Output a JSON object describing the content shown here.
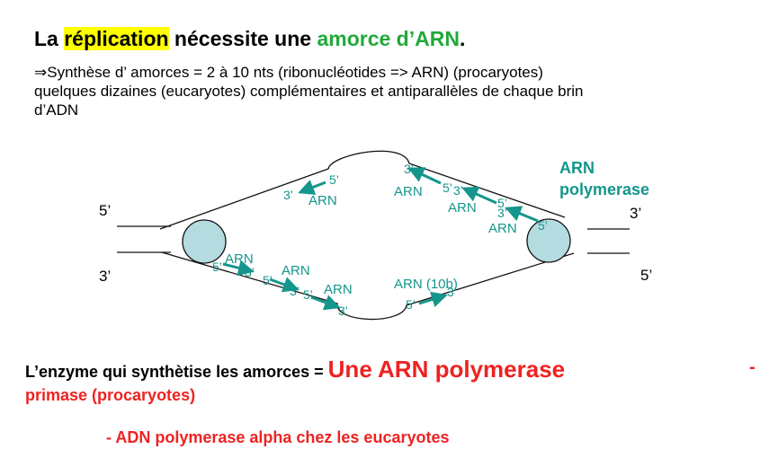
{
  "title": {
    "part1": "La ",
    "highlight": "réplication",
    "part2": " nécessite une ",
    "green": "amorce d’ARN",
    "end": "."
  },
  "paragraph": {
    "line1": "⇒Synthèse d’ amorces = 2 à 10 nts (ribonucléotides => ARN) (procaryotes)",
    "line2": "quelques dizaines (eucaryotes) complémentaires et antiparallèles de chaque brin",
    "line3": "d’ADN"
  },
  "diagram": {
    "ends": {
      "top_left": "5’",
      "bottom_left": "3’",
      "top_right": "3’",
      "bottom_right": "5’"
    },
    "polymerase_label_1": "ARN",
    "polymerase_label_2": "polymerase",
    "primers": {
      "top_left": {
        "five": "5’",
        "three": "3’",
        "name": "ARN"
      },
      "top_right_1": {
        "five": "5’",
        "three": "3’",
        "name": "ARN"
      },
      "top_right_2": {
        "five": "5’",
        "three": "3’",
        "name": "ARN"
      },
      "top_right_3": {
        "five": "5’",
        "three": "3’",
        "name": "ARN"
      },
      "bottom_left_1": {
        "five": "5’",
        "three": "3’",
        "name": "ARN"
      },
      "bottom_left_2": {
        "five": "5’",
        "three": "3’",
        "name": "ARN"
      },
      "bottom_left_3": {
        "five": "5’",
        "three": "3’",
        "name": "ARN"
      },
      "bottom_right": {
        "five": "5’",
        "three": "3’",
        "name": "ARN (10b)"
      }
    },
    "colors": {
      "primer": "#14968c",
      "enzyme_fill": "#b4dce0",
      "label": "#14968c"
    }
  },
  "enzyme": {
    "prefix": "L’enzyme qui synthètise les amorces = ",
    "big": "Une ARN polymerase",
    "dash": "-",
    "line2": "primase (procaryotes)",
    "line3": "- ADN polymerase alpha chez les eucaryotes"
  }
}
